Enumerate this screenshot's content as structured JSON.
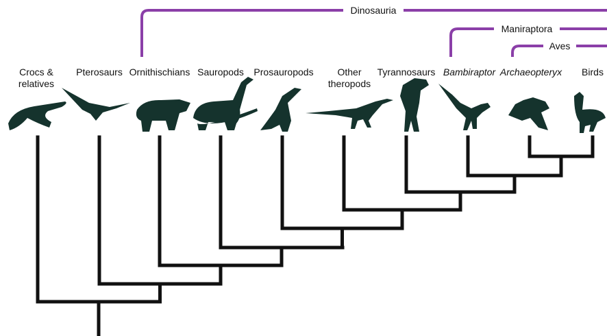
{
  "diagram": {
    "taxa": [
      {
        "lines": [
          "Crocs &",
          "relatives"
        ],
        "italic": false,
        "icon": "crocodile-silhouette-icon"
      },
      {
        "lines": [
          "Pterosaurs"
        ],
        "italic": false,
        "icon": "pterosaur-silhouette-icon"
      },
      {
        "lines": [
          "Ornithischians"
        ],
        "italic": false,
        "icon": "triceratops-silhouette-icon"
      },
      {
        "lines": [
          "Sauropods"
        ],
        "italic": false,
        "icon": "sauropod-silhouette-icon"
      },
      {
        "lines": [
          "Prosauropods"
        ],
        "italic": false,
        "icon": "prosauropod-silhouette-icon"
      },
      {
        "lines": [
          "Other",
          "theropods"
        ],
        "italic": false,
        "icon": "theropod-silhouette-icon"
      },
      {
        "lines": [
          "Tyrannosaurs"
        ],
        "italic": false,
        "icon": "tyrannosaur-silhouette-icon"
      },
      {
        "lines": [
          "Bambiraptor"
        ],
        "italic": true,
        "icon": "bambiraptor-silhouette-icon"
      },
      {
        "lines": [
          "Archaeopteryx"
        ],
        "italic": true,
        "icon": "archaeopteryx-silhouette-icon"
      },
      {
        "lines": [
          "Birds"
        ],
        "italic": false,
        "icon": "bird-silhouette-icon"
      }
    ],
    "clades": [
      {
        "name": "Dinosauria"
      },
      {
        "name": "Maniraptora"
      },
      {
        "name": "Aves"
      }
    ],
    "colors": {
      "branches": "#111111",
      "brackets": "#8b3fa8",
      "silhouettes": "#15332d"
    }
  }
}
